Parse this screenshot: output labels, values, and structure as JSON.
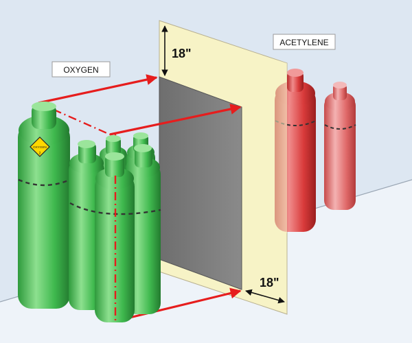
{
  "labels": {
    "oxygen": "OXYGEN",
    "acetylene": "ACETYLENE",
    "top_distance": "18\"",
    "side_distance": "18\"",
    "hazard_class": "2",
    "hazard_text": "OXYGEN"
  },
  "colors": {
    "oxygen_cylinder": "#3fb94e",
    "acetylene_cylinder": "#d93b3b",
    "barrier": "#f7f3c6",
    "firewall_panel": "#7a7a7a",
    "arrow": "#e61d1d",
    "hazard_diamond": "#ffd800"
  }
}
